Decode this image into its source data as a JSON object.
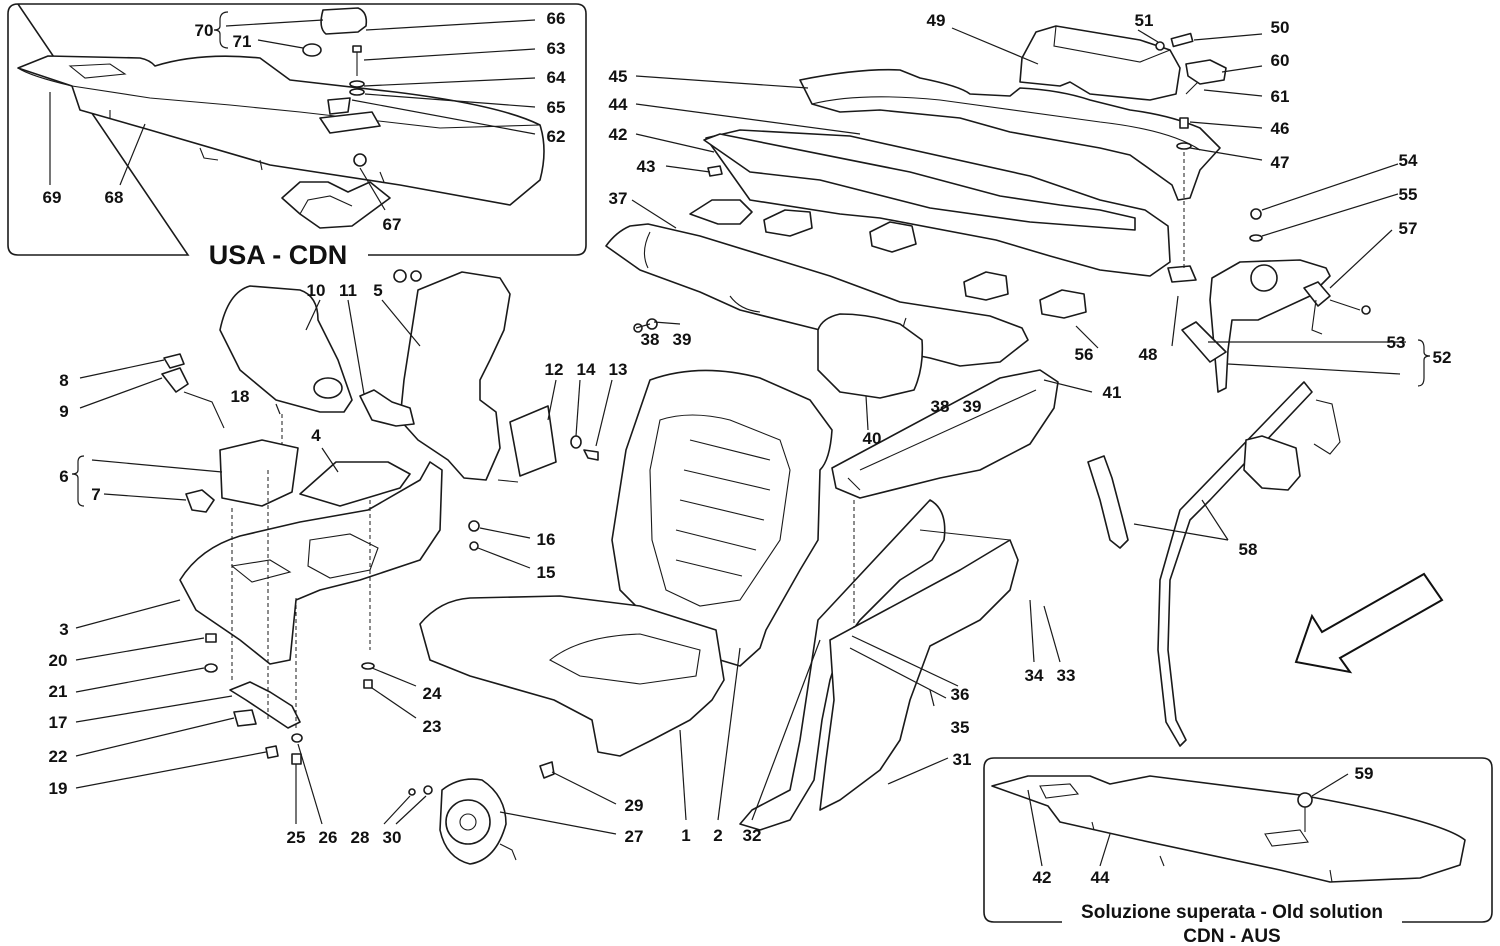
{
  "insets": {
    "usa_cdn": {
      "title": "USA - CDN"
    },
    "old_solution": {
      "title_line1": "Soluzione superata - Old solution",
      "title_line2": "CDN - AUS"
    }
  },
  "callouts": [
    {
      "id": "c70",
      "text": "70"
    },
    {
      "id": "c71",
      "text": "71"
    },
    {
      "id": "c66",
      "text": "66"
    },
    {
      "id": "c63",
      "text": "63"
    },
    {
      "id": "c64",
      "text": "64"
    },
    {
      "id": "c65",
      "text": "65"
    },
    {
      "id": "c62",
      "text": "62"
    },
    {
      "id": "c69",
      "text": "69"
    },
    {
      "id": "c68",
      "text": "68"
    },
    {
      "id": "c67",
      "text": "67"
    },
    {
      "id": "c10",
      "text": "10"
    },
    {
      "id": "c11",
      "text": "11"
    },
    {
      "id": "c5",
      "text": "5"
    },
    {
      "id": "c8",
      "text": "8"
    },
    {
      "id": "c9",
      "text": "9"
    },
    {
      "id": "c18",
      "text": "18"
    },
    {
      "id": "c4",
      "text": "4"
    },
    {
      "id": "c6",
      "text": "6"
    },
    {
      "id": "c7",
      "text": "7"
    },
    {
      "id": "c12",
      "text": "12"
    },
    {
      "id": "c14",
      "text": "14"
    },
    {
      "id": "c13",
      "text": "13"
    },
    {
      "id": "c16",
      "text": "16"
    },
    {
      "id": "c15",
      "text": "15"
    },
    {
      "id": "c3",
      "text": "3"
    },
    {
      "id": "c20",
      "text": "20"
    },
    {
      "id": "c21",
      "text": "21"
    },
    {
      "id": "c17",
      "text": "17"
    },
    {
      "id": "c22",
      "text": "22"
    },
    {
      "id": "c19",
      "text": "19"
    },
    {
      "id": "c24",
      "text": "24"
    },
    {
      "id": "c23",
      "text": "23"
    },
    {
      "id": "c25",
      "text": "25"
    },
    {
      "id": "c26",
      "text": "26"
    },
    {
      "id": "c28",
      "text": "28"
    },
    {
      "id": "c30",
      "text": "30"
    },
    {
      "id": "c27",
      "text": "27"
    },
    {
      "id": "c29",
      "text": "29"
    },
    {
      "id": "c1",
      "text": "1"
    },
    {
      "id": "c2",
      "text": "2"
    },
    {
      "id": "c32",
      "text": "32"
    },
    {
      "id": "c45",
      "text": "45"
    },
    {
      "id": "c44",
      "text": "44"
    },
    {
      "id": "c42",
      "text": "42"
    },
    {
      "id": "c43",
      "text": "43"
    },
    {
      "id": "c37",
      "text": "37"
    },
    {
      "id": "c38a",
      "text": "38"
    },
    {
      "id": "c39a",
      "text": "39"
    },
    {
      "id": "c49",
      "text": "49"
    },
    {
      "id": "c51",
      "text": "51"
    },
    {
      "id": "c50",
      "text": "50"
    },
    {
      "id": "c60",
      "text": "60"
    },
    {
      "id": "c61",
      "text": "61"
    },
    {
      "id": "c46",
      "text": "46"
    },
    {
      "id": "c47",
      "text": "47"
    },
    {
      "id": "c54",
      "text": "54"
    },
    {
      "id": "c55",
      "text": "55"
    },
    {
      "id": "c57",
      "text": "57"
    },
    {
      "id": "c56",
      "text": "56"
    },
    {
      "id": "c48",
      "text": "48"
    },
    {
      "id": "c53",
      "text": "53"
    },
    {
      "id": "c52",
      "text": "52"
    },
    {
      "id": "c41",
      "text": "41"
    },
    {
      "id": "c38b",
      "text": "38"
    },
    {
      "id": "c39b",
      "text": "39"
    },
    {
      "id": "c40",
      "text": "40"
    },
    {
      "id": "c58",
      "text": "58"
    },
    {
      "id": "c36",
      "text": "36"
    },
    {
      "id": "c35",
      "text": "35"
    },
    {
      "id": "c34",
      "text": "34"
    },
    {
      "id": "c33",
      "text": "33"
    },
    {
      "id": "c31",
      "text": "31"
    },
    {
      "id": "c59",
      "text": "59"
    },
    {
      "id": "c42b",
      "text": "42"
    },
    {
      "id": "c44b",
      "text": "44"
    }
  ]
}
